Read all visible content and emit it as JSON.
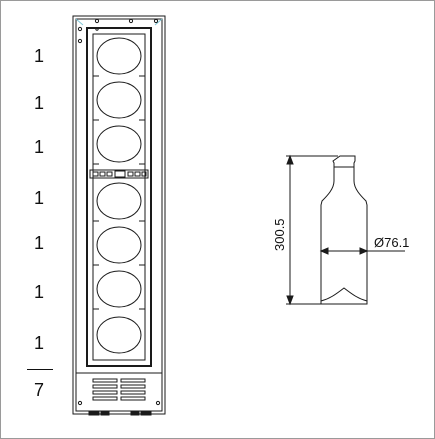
{
  "shelf_counts": [
    "1",
    "1",
    "1",
    "1",
    "1",
    "1",
    "1"
  ],
  "total_bottles": "7",
  "bottle_height": "300.5",
  "bottle_diameter": "Ø76.1",
  "colors": {
    "frame_border": "#9a9a9a",
    "line": "#1a1a1a",
    "corner_accent": "#7fc8d8"
  }
}
